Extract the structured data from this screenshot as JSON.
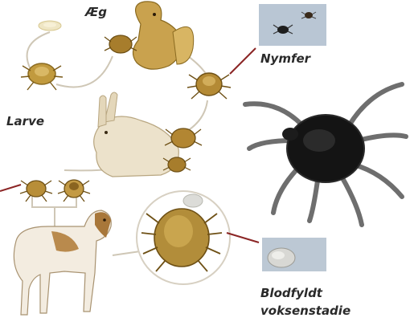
{
  "labels": {
    "egg": "Æg",
    "nymph": "Nymfer",
    "larva": "Larve",
    "engorged_line1": "Blodfyldt",
    "engorged_line2": "voksenstadie"
  },
  "colors": {
    "pointer_line": "#8b2525",
    "connector": "#cfc7b6",
    "tick_brown": "#8a6a20",
    "tick_gold": "#c19a3e",
    "photo_bg": "#b9c6d4",
    "adult_tick_body": "#141414"
  },
  "icons": [
    "egg-icon",
    "squirrel-icon",
    "rabbit-icon",
    "dog-icon",
    "tick-icon",
    "magnifier-icon"
  ]
}
